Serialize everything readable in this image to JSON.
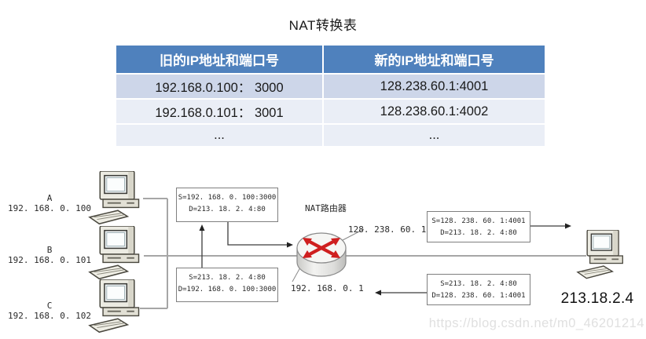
{
  "title": "NAT转换表",
  "table": {
    "headers": {
      "old": "旧的IP地址和端口号",
      "new": "新的IP地址和端口号"
    },
    "rows": [
      {
        "old": "192.168.0.100： 3000",
        "new": "128.238.60.1:4001"
      },
      {
        "old": "192.168.0.101： 3001",
        "new": "128.238.60.1:4002"
      },
      {
        "old": "...",
        "new": "..."
      }
    ]
  },
  "diagram": {
    "hosts": [
      {
        "name": "A",
        "ip": "192. 168. 0. 100"
      },
      {
        "name": "B",
        "ip": "192. 168. 0. 101"
      },
      {
        "name": "C",
        "ip": "192. 168. 0. 102"
      }
    ],
    "router": {
      "label": "NAT路由器",
      "wan_ip": "128. 238. 60. 1",
      "lan_ip": "192. 168. 0. 1"
    },
    "packets": {
      "lan_out": {
        "s": "S=192. 168. 0. 100:3000",
        "d": "D=213. 18. 2. 4:80"
      },
      "lan_in": {
        "s": "S=213. 18. 2. 4:80",
        "d": "D=192. 168. 0. 100:3000"
      },
      "wan_out": {
        "s": "S=128. 238. 60. 1:4001",
        "d": "D=213. 18. 2. 4:80"
      },
      "wan_in": {
        "s": "S=213. 18. 2. 4:80",
        "d": "D=128. 238. 60. 1:4001"
      }
    },
    "remote_host": {
      "ip": "213.18.2.4"
    }
  },
  "watermark": "https://blog.csdn.net/m0_46201214",
  "colors": {
    "table_header_bg": "#4f81bd",
    "table_row_odd": "#cdd6e9",
    "table_row_even": "#eaeef6",
    "router_arrow_red": "#cf1f1f",
    "line_gray": "#a6a6a6",
    "watermark_gray": "#e0e0e0"
  }
}
